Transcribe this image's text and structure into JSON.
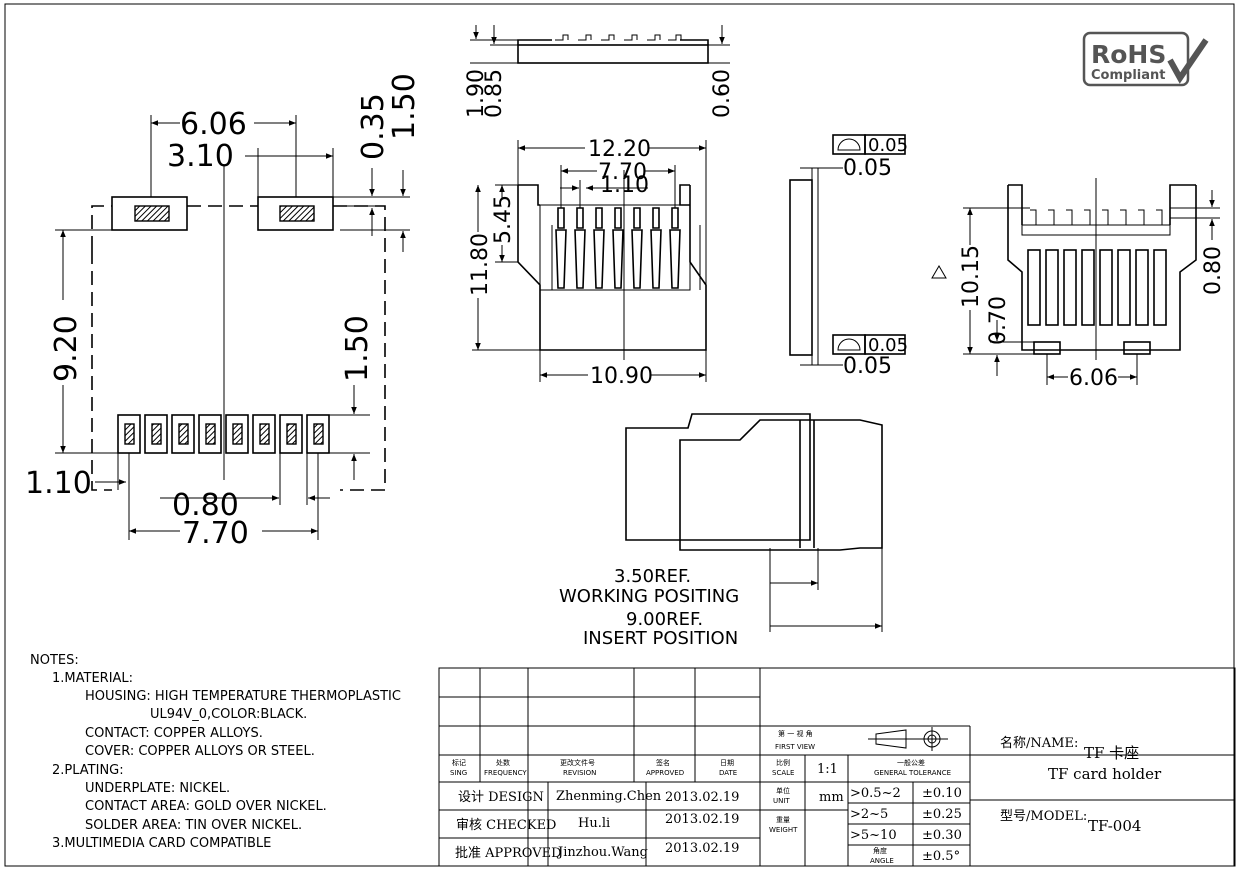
{
  "badge": {
    "line1": "RoHS",
    "line2": "Compliant"
  },
  "footprint": {
    "d1": "6.06",
    "d2": "3.10",
    "d3": "0.35",
    "d4": "1.50",
    "d5": "9.20",
    "d6": "1.50",
    "d7": "1.10",
    "d8": "0.80",
    "d9": "7.70"
  },
  "side_top": {
    "d1": "1.90",
    "d2": "0.85",
    "d3": "0.60"
  },
  "front": {
    "d1": "12.20",
    "d2": "7.70",
    "d3": "1.10",
    "d4": "5.45",
    "d5": "11.80",
    "d6": "10.90"
  },
  "side_view": {
    "tol1": "0.05",
    "d1": "0.05",
    "tol2": "0.05",
    "d2": "0.05"
  },
  "right_view": {
    "d1": "10.15",
    "d2": "0.70",
    "d3": "0.80",
    "d4": "6.06"
  },
  "insert": {
    "l1": "3.50REF.",
    "l2": "WORKING POSITING",
    "l3": "9.00REF.",
    "l4": "INSERT POSITION"
  },
  "notes": [
    "NOTES:",
    "1.MATERIAL:",
    "HOUSING: HIGH TEMPERATURE THERMOPLASTIC",
    "UL94V_0,COLOR:BLACK.",
    "CONTACT: COPPER ALLOYS.",
    "COVER: COPPER ALLOYS OR STEEL.",
    "2.PLATING:",
    "UNDERPLATE: NICKEL.",
    "CONTACT AREA: GOLD OVER NICKEL.",
    "SOLDER AREA: TIN OVER NICKEL.",
    "3.MULTIMEDIA CARD COMPATIBLE"
  ],
  "title_block": {
    "h_sign": "标记",
    "h_sign_en": "SING",
    "h_freq": "处数",
    "h_freq_en": "FREQUENCY",
    "h_rev": "更改文件号",
    "h_rev_en": "REVISION",
    "h_appr": "签名",
    "h_appr_en": "APPROVED",
    "h_date": "日期",
    "h_date_en": "DATE",
    "design_label": "设计 DESIGN",
    "design_name": "Zhenming.Chen",
    "design_date": "2013.02.19",
    "check_label": "审核 CHECKED",
    "check_name": "Hu.li",
    "check_date": "2013.02.19",
    "approve_label": "批准 APPROVED",
    "approve_name": "Jinzhou.Wang",
    "approve_date": "2013.02.19",
    "view_cn": "第 一 视 角",
    "view_en": "FIRST VIEW",
    "scale_cn": "比例",
    "scale_en": "SCALE",
    "scale_val": "1:1",
    "unit_cn": "单位",
    "unit_en": "UNIT",
    "unit_val": "mm",
    "weight_cn": "重量",
    "weight_en": "WEIGHT",
    "tol_cn": "一般公差",
    "tol_en": "GENERAL TOLERANCE",
    "tol_rows": [
      {
        "range": ">0.5~2",
        "val": "±0.10"
      },
      {
        "range": ">2~5",
        "val": "±0.25"
      },
      {
        "range": ">5~10",
        "val": "±0.30"
      },
      {
        "range": "角度",
        "range_en": "ANGLE",
        "val": "±0.5°"
      }
    ],
    "name_label": "名称/NAME:",
    "name_cn": "TF 卡座",
    "name_en": "TF card holder",
    "model_label": "型号/MODEL:",
    "model_val": "TF-004"
  }
}
